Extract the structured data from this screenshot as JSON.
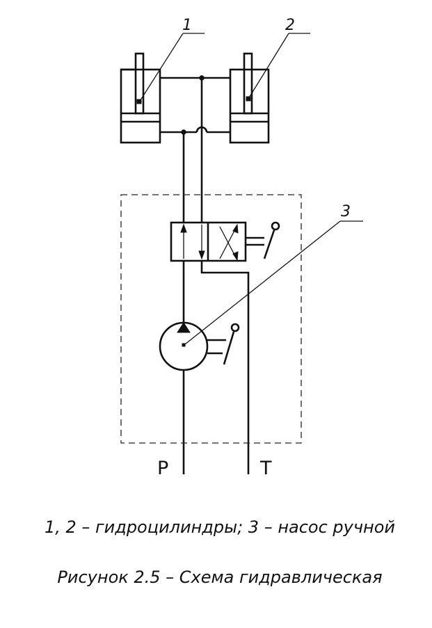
{
  "diagram": {
    "callouts": [
      {
        "id": "1",
        "label": "1"
      },
      {
        "id": "2",
        "label": "2"
      },
      {
        "id": "3",
        "label": "3"
      }
    ],
    "ports": {
      "pressure": "P",
      "tank": "T"
    }
  },
  "legend_text": "1, 2 – гидроцилиндры; 3 – насос ручной",
  "figure_caption": "Рисунок 2.5 – Схема гидравлическая"
}
